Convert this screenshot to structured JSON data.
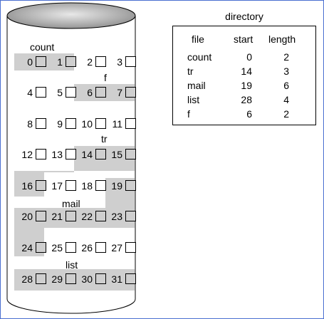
{
  "disk": {
    "blocks": [
      0,
      1,
      2,
      3,
      4,
      5,
      6,
      7,
      8,
      9,
      10,
      11,
      12,
      13,
      14,
      15,
      16,
      17,
      18,
      19,
      20,
      21,
      22,
      23,
      24,
      25,
      26,
      27,
      28,
      29,
      30,
      31
    ],
    "file_labels": [
      "count",
      "f",
      "tr",
      "mail",
      "list"
    ]
  },
  "directory": {
    "title": "directory",
    "headers": [
      "file",
      "start",
      "length"
    ],
    "rows": [
      {
        "file": "count",
        "start": "0",
        "length": "2"
      },
      {
        "file": "tr",
        "start": "14",
        "length": "3"
      },
      {
        "file": "mail",
        "start": "19",
        "length": "6"
      },
      {
        "file": "list",
        "start": "28",
        "length": "4"
      },
      {
        "file": "f",
        "start": "6",
        "length": "2"
      }
    ]
  },
  "colors": {
    "highlight": "#cfcfcf",
    "cylinder_top": "#9a9a9a",
    "frame": "#4a6fd0"
  }
}
